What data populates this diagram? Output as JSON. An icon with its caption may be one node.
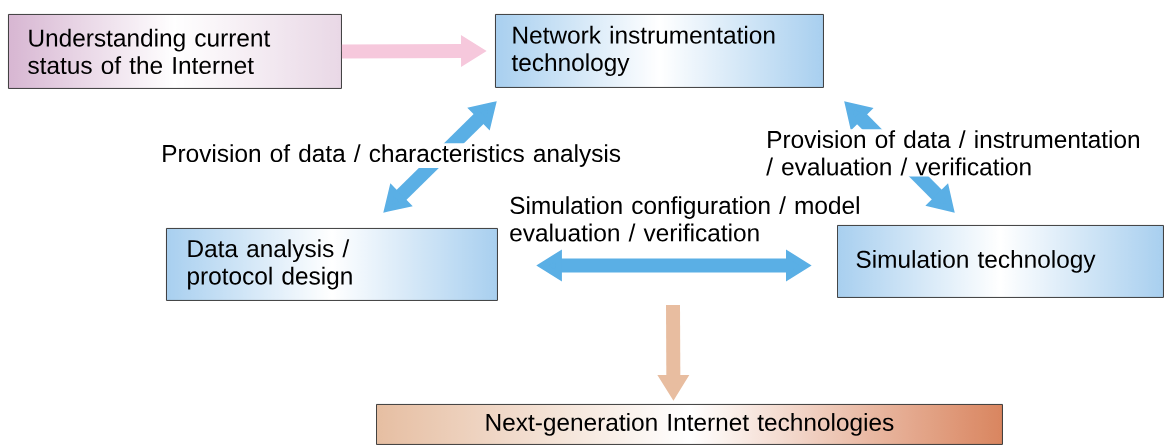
{
  "diagram": {
    "nodes": [
      {
        "text": [
          "Understanding current status of the Internet"
        ]
      },
      {
        "text": [
          "Network instrumentation technology"
        ]
      },
      {
        "text": [
          "Data analysis / protocol design"
        ]
      },
      {
        "text": [
          "Simulation technology"
        ]
      },
      {
        "text": [
          "Next-generation Internet technologies"
        ]
      }
    ],
    "edges": [
      {
        "from": 0,
        "to": 1,
        "arrow": "to",
        "color": "#f6c8dc"
      },
      {
        "from": 1,
        "to": 2,
        "arrow": "both",
        "label": "Provision of data / characteristics analysis"
      },
      {
        "from": 1,
        "to": 3,
        "arrow": "both",
        "label": "Provision of data / instrumentation / evaluation / verification"
      },
      {
        "from": 2,
        "to": 3,
        "arrow": "both",
        "label": "Simulation configuration / model evaluation / verification"
      },
      {
        "from": null,
        "to": 4,
        "arrow": "to",
        "color": "#e8bda0"
      }
    ]
  }
}
